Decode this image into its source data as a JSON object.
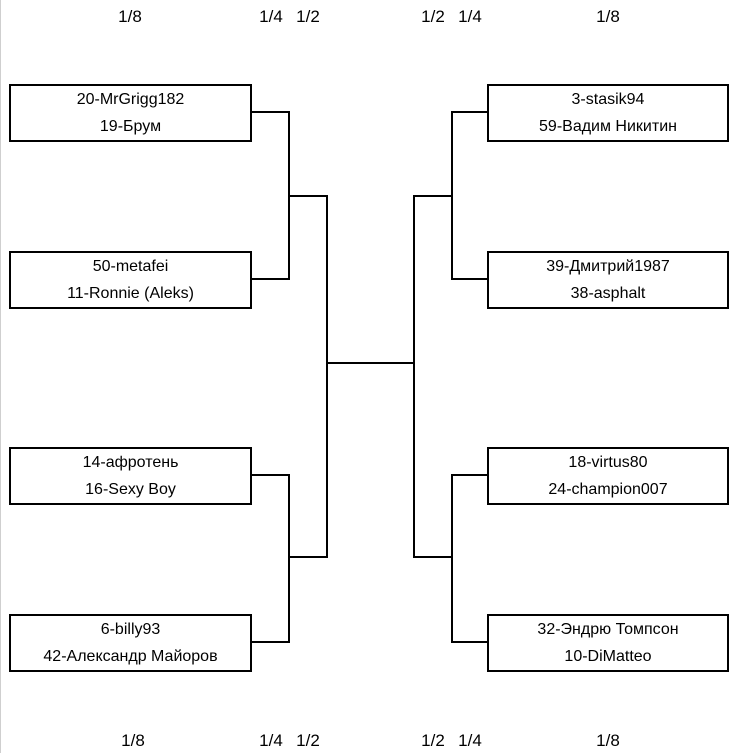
{
  "round_labels": {
    "top": [
      "1/8",
      "1/4",
      "1/2",
      "1/2",
      "1/4",
      "1/8"
    ],
    "bottom": [
      "1/8",
      "1/4",
      "1/2",
      "1/2",
      "1/4",
      "1/8"
    ]
  },
  "matches": [
    {
      "players": [
        "20-MrGrigg182",
        "19-Брум"
      ]
    },
    {
      "players": [
        "50-metafei",
        "11-Ronnie (Aleks)"
      ]
    },
    {
      "players": [
        "14-афротень",
        "16-Sexy Boy"
      ]
    },
    {
      "players": [
        "6-billy93",
        "42-Александр Майоров"
      ]
    },
    {
      "players": [
        "3-stasik94",
        "59-Вадим Никитин"
      ]
    },
    {
      "players": [
        "39-Дмитрий1987",
        "38-asphalt"
      ]
    },
    {
      "players": [
        "18-virtus80",
        "24-champion007"
      ]
    },
    {
      "players": [
        "32-Эндрю Томпсон",
        "10-DiMatteo"
      ]
    }
  ]
}
